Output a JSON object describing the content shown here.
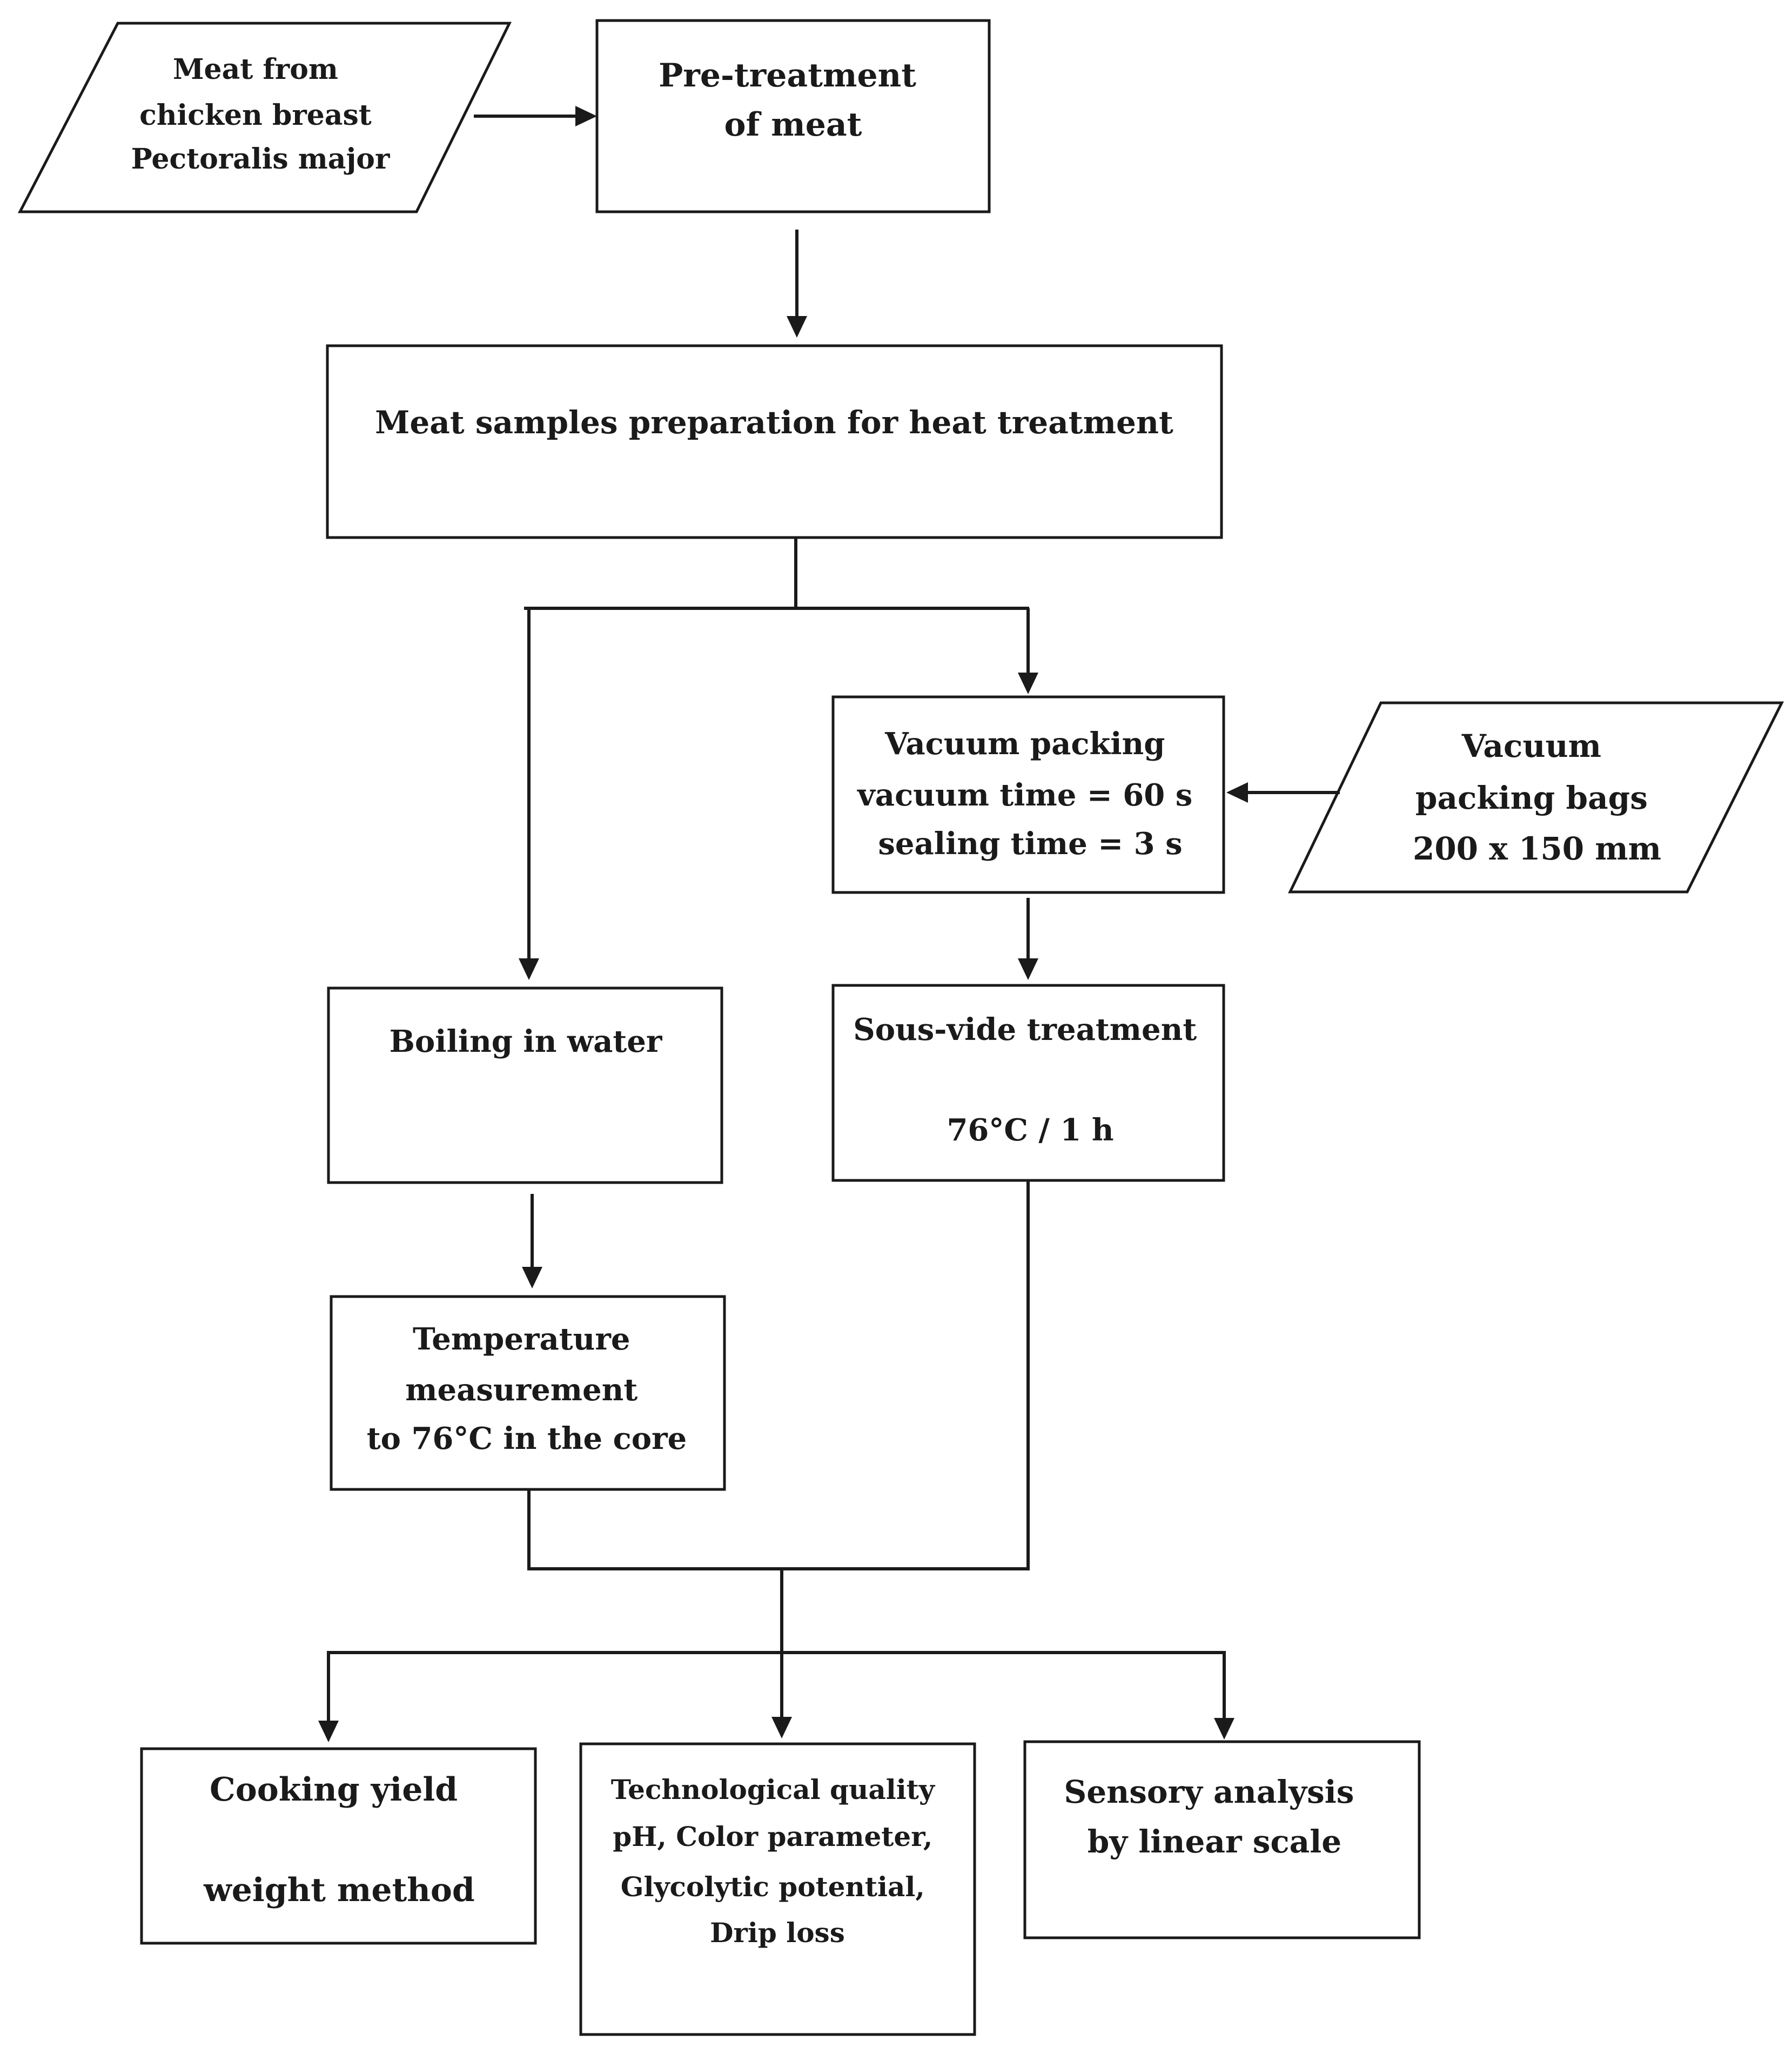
{
  "nodes": {
    "meat_source": {
      "lines": [
        "Meat from",
        "chicken breast",
        "Pectoralis major"
      ]
    },
    "pretreatment": {
      "lines": [
        "Pre-treatment",
        "of meat"
      ]
    },
    "sample_prep": {
      "lines": [
        "Meat samples preparation for heat treatment"
      ]
    },
    "vacuum_packing": {
      "lines": [
        "Vacuum packing",
        "vacuum time = 60 s",
        "sealing time = 3 s"
      ]
    },
    "vacuum_bags": {
      "lines": [
        "Vacuum",
        "packing bags",
        "200 x 150 mm"
      ]
    },
    "boiling": {
      "lines": [
        "Boiling in water"
      ]
    },
    "sous_vide": {
      "lines": [
        "Sous-vide treatment",
        "",
        "76°C / 1 h"
      ]
    },
    "temperature": {
      "lines": [
        "Temperature",
        "measurement",
        "to 76°C in the core"
      ]
    },
    "cooking_yield": {
      "lines": [
        "Cooking yield",
        "",
        "weight method"
      ]
    },
    "technological_quality": {
      "lines": [
        "Technological quality",
        "pH, Color parameter,",
        "Glycolytic potential,",
        "Drip loss"
      ]
    },
    "sensory": {
      "lines": [
        "Sensory analysis",
        "by linear scale"
      ]
    }
  }
}
